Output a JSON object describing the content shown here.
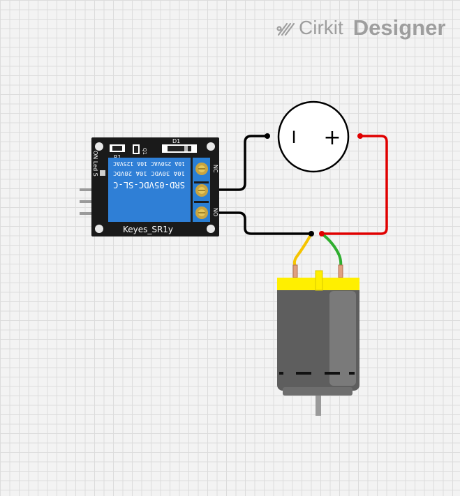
{
  "brand": {
    "name": "Cirkit",
    "product": "Designer",
    "icon": "cirkit-logo-icon"
  },
  "relay_module": {
    "name": "Keyes_SR1y",
    "relay_text_line1": "SRD-05VDC-SL-C",
    "relay_text_line2": "10A 30VDC  10A 28VDC",
    "relay_text_line3": "10A 250VAC 10A 125VAC",
    "side_label": "ON Led S",
    "r1_label": "R1",
    "d1_label": "D1",
    "q1_label": "Q1",
    "terminal_labels": [
      "NC",
      "",
      "NO"
    ],
    "colors": {
      "pcb": "#1a1a1a",
      "relay": "#2f7fd6",
      "terminal": "#2a7fd4"
    }
  },
  "battery": {
    "minus": "I",
    "plus": "+"
  },
  "motor": {
    "body_color": "#5e5e5e",
    "cap_color": "#ffef00"
  },
  "wires": {
    "colors": {
      "black": "#000000",
      "red": "#e00000",
      "yellow": "#f5c400",
      "green": "#2fae2f"
    }
  }
}
